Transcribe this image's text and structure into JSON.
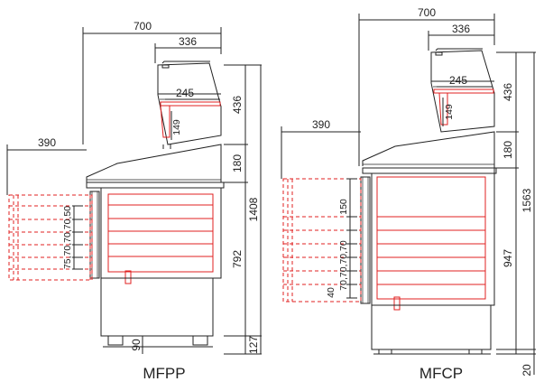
{
  "left": {
    "model": "MFPP",
    "dims": {
      "width": "700",
      "canopy_width": "336",
      "shelf_width": "245",
      "shelf_depth": "149",
      "drawer_extension": "390",
      "canopy_height": "436",
      "counter_height": "180",
      "cabinet_height": "792",
      "total_height": "1408",
      "leg_height": "127",
      "leg_foot": "90",
      "tray_spacing": "75,70,70,70,50"
    }
  },
  "right": {
    "model": "MFCP",
    "dims": {
      "width": "700",
      "canopy_width": "336",
      "shelf_width": "245",
      "shelf_depth": "149",
      "drawer_extension": "390",
      "canopy_height": "436",
      "counter_height": "180",
      "cabinet_height": "947",
      "total_height": "1563",
      "base_height": "20",
      "tray_top": "150",
      "tray_spacing": "70,70,70,70",
      "tray_bottom": "40"
    }
  }
}
